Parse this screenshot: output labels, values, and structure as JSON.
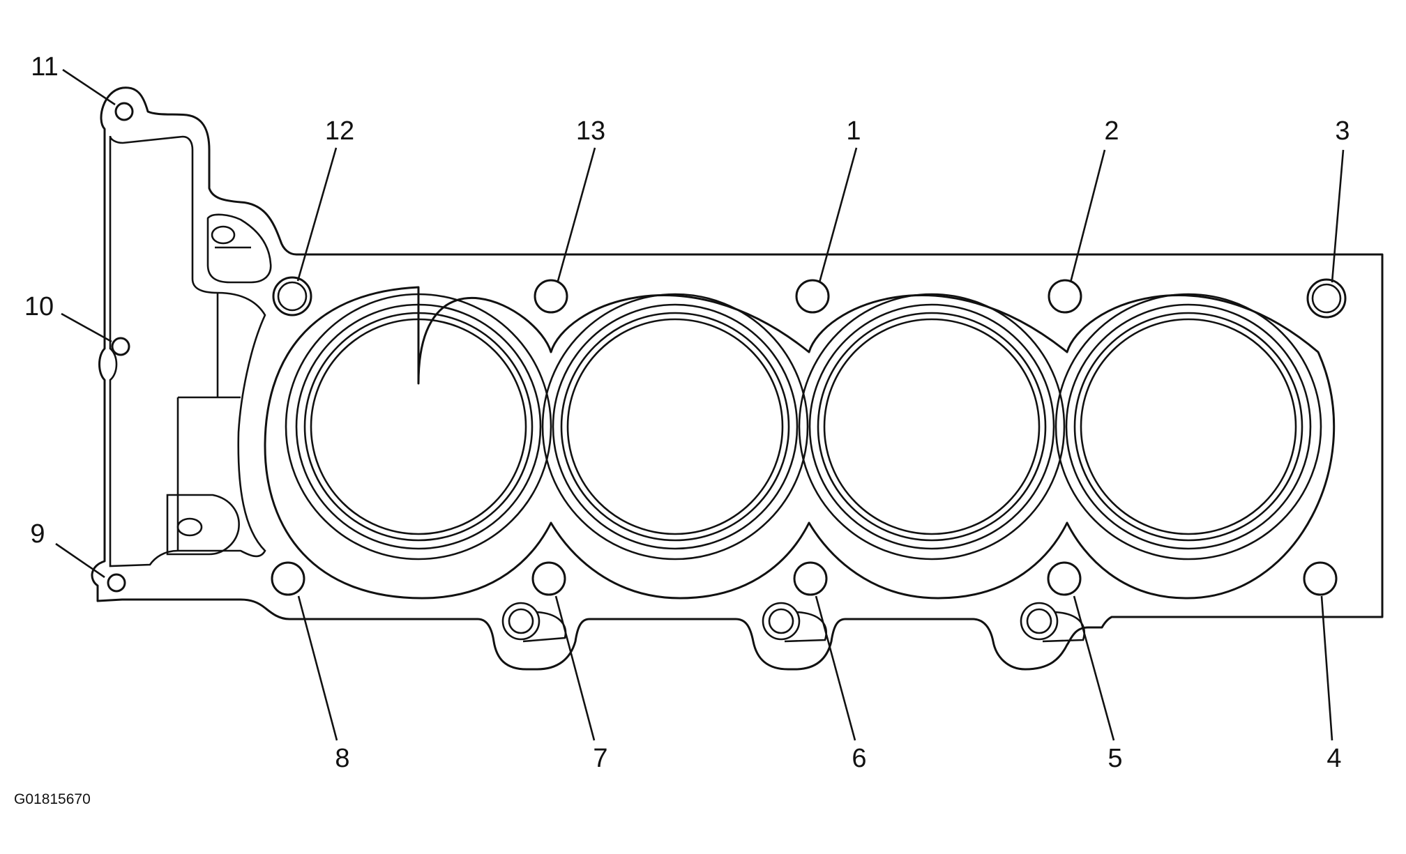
{
  "figure_code": "G01815670",
  "callouts": [
    {
      "id": "1",
      "label": "1"
    },
    {
      "id": "2",
      "label": "2"
    },
    {
      "id": "3",
      "label": "3"
    },
    {
      "id": "4",
      "label": "4"
    },
    {
      "id": "5",
      "label": "5"
    },
    {
      "id": "6",
      "label": "6"
    },
    {
      "id": "7",
      "label": "7"
    },
    {
      "id": "8",
      "label": "8"
    },
    {
      "id": "9",
      "label": "9"
    },
    {
      "id": "10",
      "label": "10"
    },
    {
      "id": "11",
      "label": "11"
    },
    {
      "id": "12",
      "label": "12"
    },
    {
      "id": "13",
      "label": "13"
    }
  ]
}
